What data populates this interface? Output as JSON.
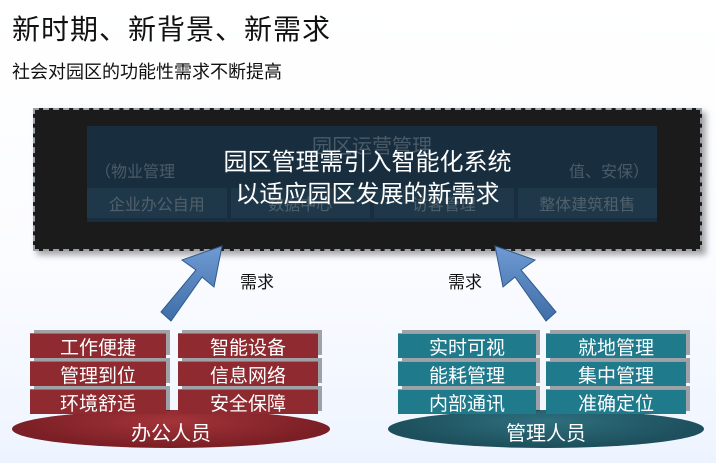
{
  "header": {
    "title": "新时期、新背景、新需求",
    "subtitle": "社会对园区的功能性需求不断提高"
  },
  "panel": {
    "ghost_title": "园区运营管理",
    "ghost_sub_left": "（物业管理",
    "ghost_sub_right": "值、安保）",
    "ghost_cells": [
      "企业办公自用",
      "数据中心",
      "访客管理",
      "整体建筑租售"
    ],
    "overlay_line1": "园区管理需引入智能化系统",
    "overlay_line2": "以适应园区发展的新需求"
  },
  "arrows": {
    "left_label": "需求",
    "right_label": "需求"
  },
  "office_group": {
    "base_label": "办公人员",
    "tiles": [
      "工作便捷",
      "智能设备",
      "管理到位",
      "信息网络",
      "环境舒适",
      "安全保障"
    ]
  },
  "manager_group": {
    "base_label": "管理人员",
    "tiles": [
      "实时可视",
      "就地管理",
      "能耗管理",
      "集中管理",
      "内部通讯",
      "准确定位"
    ]
  },
  "colors": {
    "red_tile": "#8f2a30",
    "teal_tile": "#1f7a8c",
    "arrow": "#5b86c2",
    "panel": "#1b1b1b"
  }
}
